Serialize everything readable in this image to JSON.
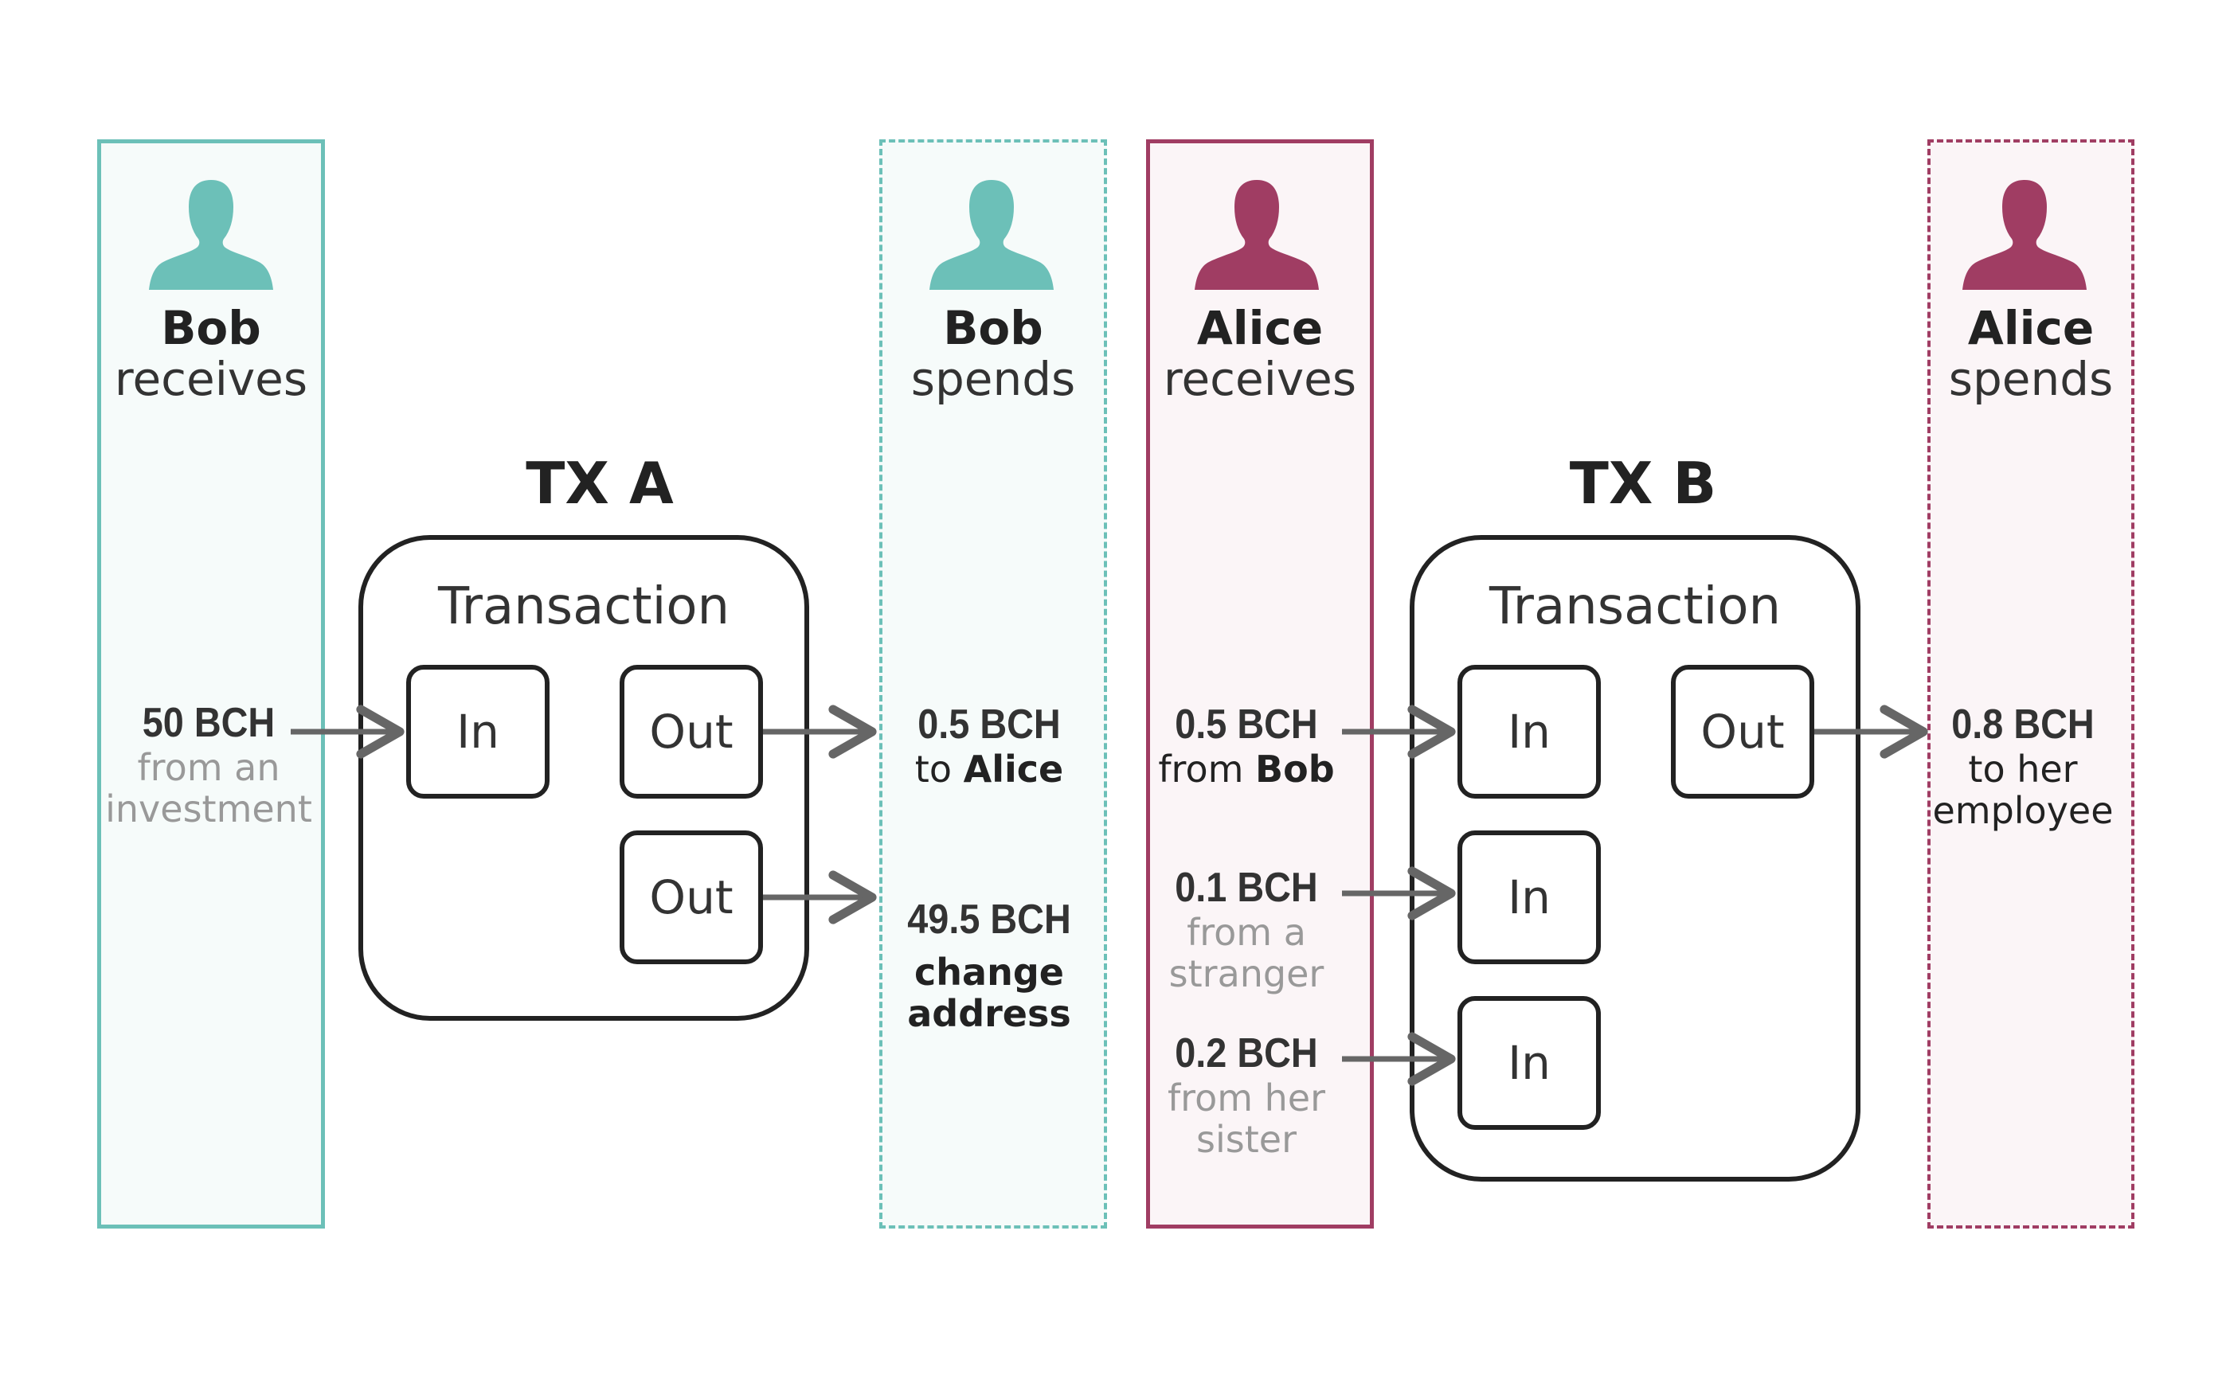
{
  "colors": {
    "bob": "#6cc0b8",
    "alice": "#a03d63",
    "arrow": "#666666",
    "box_border": "#222222"
  },
  "columns": {
    "bob_receives": {
      "name": "Bob",
      "role": "receives",
      "icon": "person-icon"
    },
    "bob_spends": {
      "name": "Bob",
      "role": "spends",
      "icon": "person-icon"
    },
    "alice_receives": {
      "name": "Alice",
      "role": "receives",
      "icon": "person-icon"
    },
    "alice_spends": {
      "name": "Alice",
      "role": "spends",
      "icon": "person-icon"
    }
  },
  "tx_a": {
    "title": "TX A",
    "heading": "Transaction",
    "inputs": [
      "In"
    ],
    "outputs": [
      "Out",
      "Out"
    ]
  },
  "tx_b": {
    "title": "TX B",
    "heading": "Transaction",
    "inputs": [
      "In",
      "In",
      "In"
    ],
    "outputs": [
      "Out"
    ]
  },
  "amounts": {
    "bob_in": {
      "value": "50 BCH",
      "note": "from an investment"
    },
    "bob_out_alice": {
      "value": "0.5 BCH",
      "prefix": "to",
      "who": "Alice"
    },
    "bob_out_change": {
      "value": "49.5 BCH",
      "note": "change address"
    },
    "alice_in_bob": {
      "value": "0.5 BCH",
      "prefix": "from",
      "who": "Bob"
    },
    "alice_in_stranger": {
      "value": "0.1 BCH",
      "note": "from a stranger"
    },
    "alice_in_sister": {
      "value": "0.2 BCH",
      "note": "from her sister"
    },
    "alice_out": {
      "value": "0.8 BCH",
      "note": "to her employee"
    }
  }
}
